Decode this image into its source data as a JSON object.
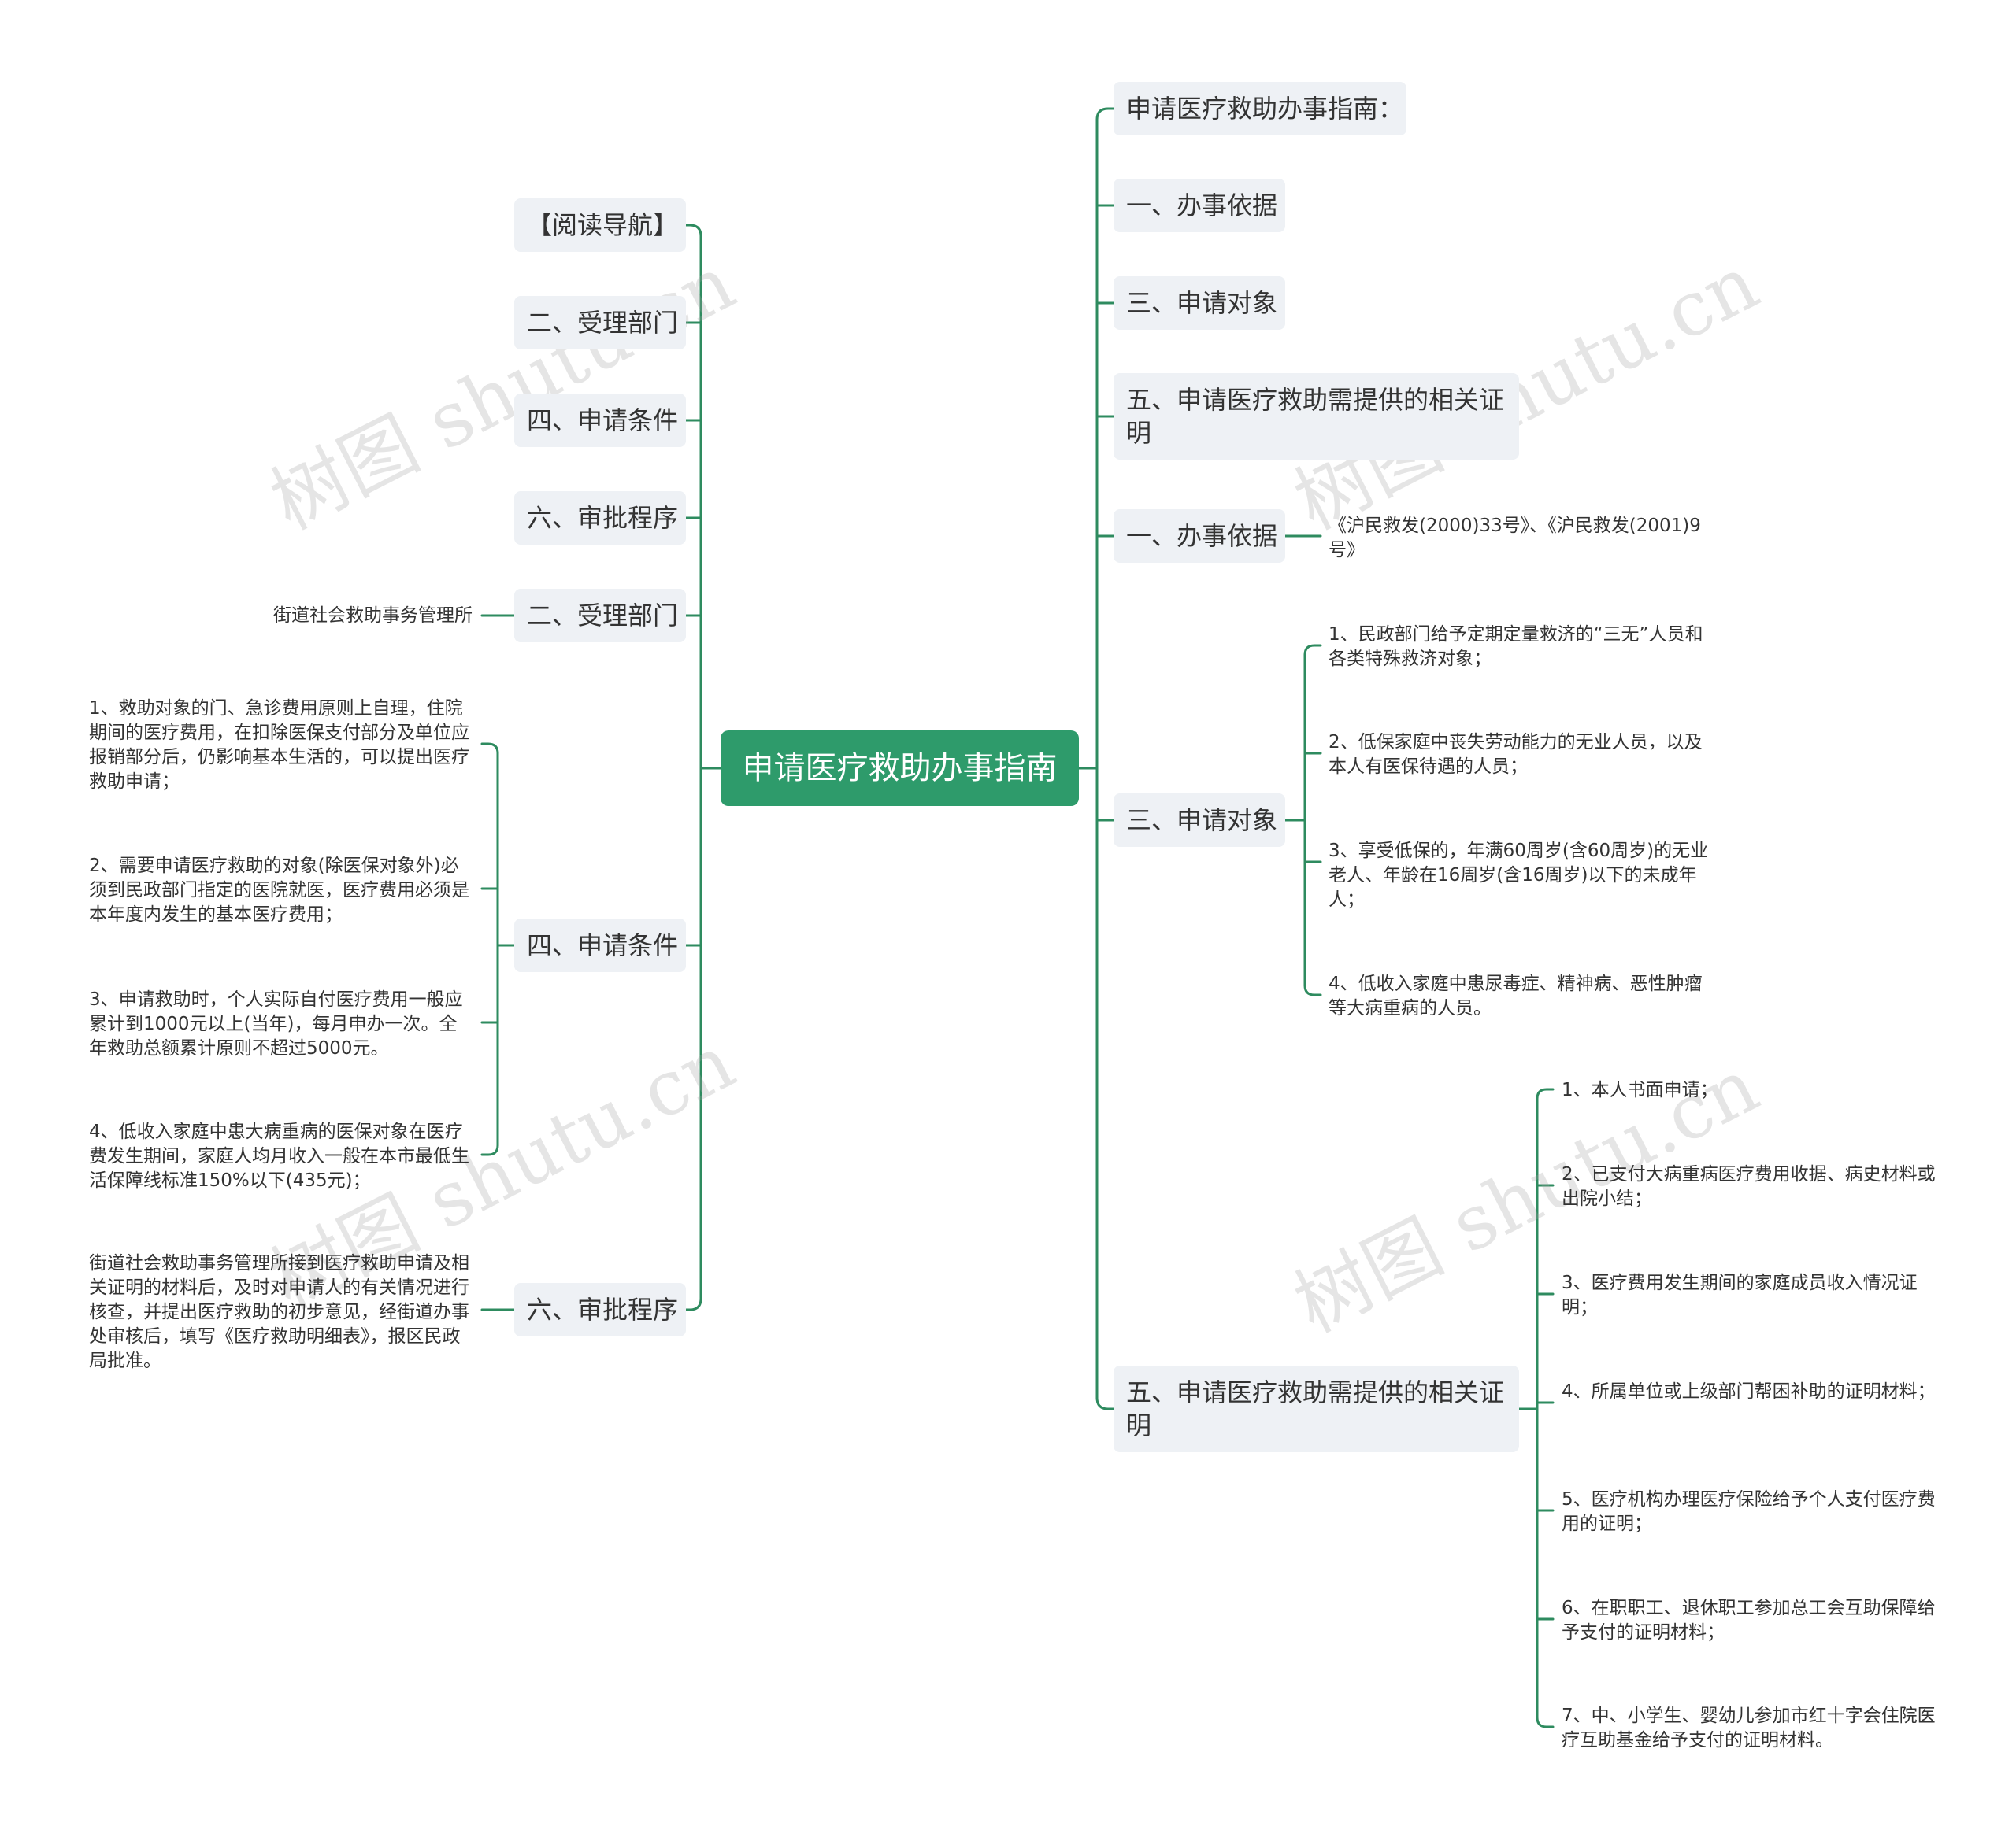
{
  "colors": {
    "edge": "#2e8b5f",
    "root_fill": "#2e9b6b",
    "branch_fill": "#eef1f5"
  },
  "root": {
    "label": "申请医疗救助办事指南"
  },
  "watermark": "树图 shutu.cn",
  "left": {
    "nav": "【阅读导航】",
    "dept_nav": "二、受理部门",
    "cond_nav": "四、申请条件",
    "proc_nav": "六、审批程序",
    "dept": {
      "label": "二、受理部门",
      "text": "街道社会救助事务管理所"
    },
    "cond": {
      "label": "四、申请条件",
      "items": [
        "1、救助对象的门、急诊费用原则上自理，住院期间的医疗费用，在扣除医保支付部分及单位应报销部分后，仍影响基本生活的，可以提出医疗救助申请；",
        "2、需要申请医疗救助的对象(除医保对象外)必须到民政部门指定的医院就医，医疗费用必须是本年度内发生的基本医疗费用；",
        "3、申请救助时，个人实际自付医疗费用一般应累计到1000元以上(当年)，每月申办一次。全年救助总额累计原则不超过5000元。",
        "4、低收入家庭中患大病重病的医保对象在医疗费发生期间，家庭人均月收入一般在本市最低生活保障线标准150%以下(435元)；"
      ]
    },
    "proc": {
      "label": "六、审批程序",
      "text": "街道社会救助事务管理所接到医疗救助申请及相关证明的材料后，及时对申请人的有关情况进行核查，并提出医疗救助的初步意见，经街道办事处审核后，填写《医疗救助明细表》，报区民政局批准。"
    }
  },
  "right": {
    "guide_title": "申请医疗救助办事指南：",
    "basis_nav": "一、办事依据",
    "target_nav": "三、申请对象",
    "proof_nav": "五、申请医疗救助需提供的相关证明",
    "basis": {
      "label": "一、办事依据",
      "text": "《沪民救发(2000)33号》、《沪民救发(2001)9号》"
    },
    "target": {
      "label": "三、申请对象",
      "items": [
        "1、民政部门给予定期定量救济的“三无”人员和各类特殊救济对象；",
        "2、低保家庭中丧失劳动能力的无业人员，以及本人有医保待遇的人员；",
        "3、享受低保的，年满60周岁(含60周岁)的无业老人、年龄在16周岁(含16周岁)以下的未成年人；",
        "4、低收入家庭中患尿毒症、精神病、恶性肿瘤等大病重病的人员。"
      ]
    },
    "proof": {
      "label": "五、申请医疗救助需提供的相关证明",
      "items": [
        "1、本人书面申请；",
        "2、已支付大病重病医疗费用收据、病史材料或出院小结；",
        "3、医疗费用发生期间的家庭成员收入情况证明；",
        "4、所属单位或上级部门帮困补助的证明材料；",
        "5、医疗机构办理医疗保险给予个人支付医疗费用的证明；",
        "6、在职职工、退休职工参加总工会互助保障给予支付的证明材料；",
        "7、中、小学生、婴幼儿参加市红十字会住院医疗互助基金给予支付的证明材料。"
      ]
    }
  }
}
